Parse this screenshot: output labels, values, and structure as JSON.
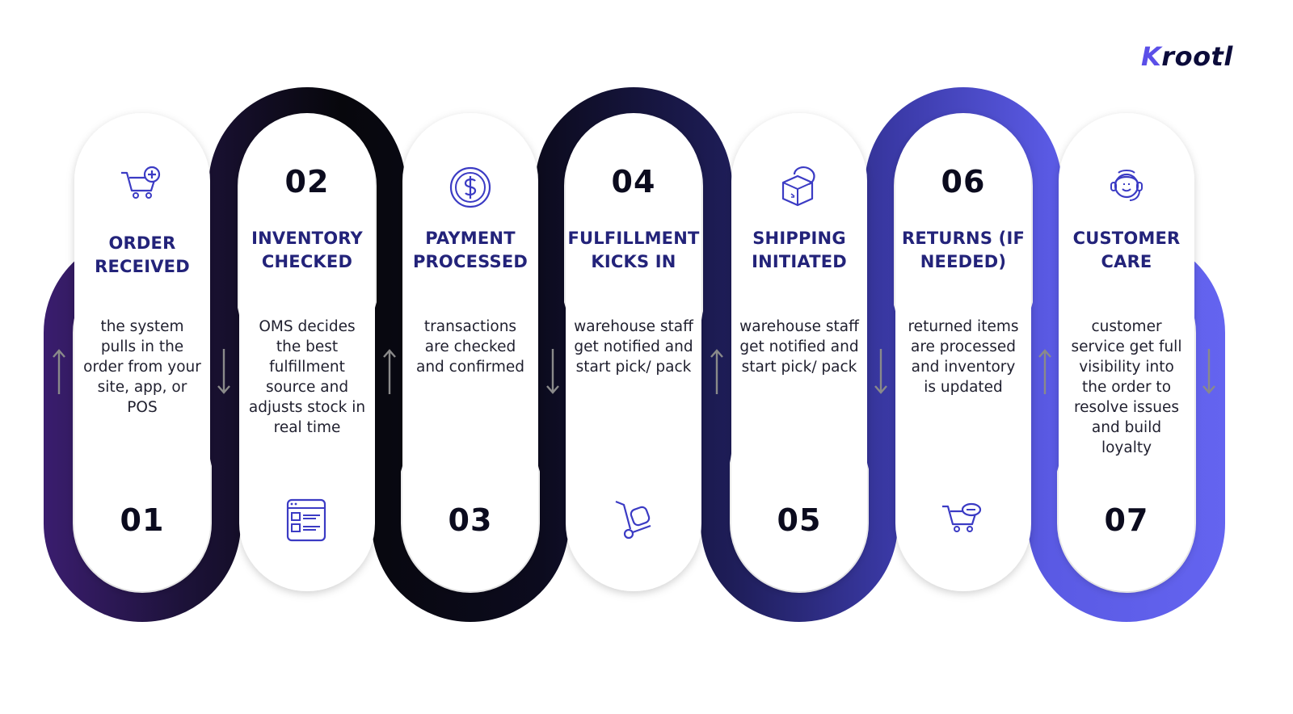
{
  "brand": {
    "logo_prefix": "K",
    "logo_text": "rootl"
  },
  "colors": {
    "dark": "#0a0a10",
    "navy": "#1e1d52",
    "violet": "#5d5ce8",
    "title": "#23237a",
    "arrow": "#8a8a8a"
  },
  "steps": [
    {
      "number": "01",
      "title": "ORDER RECEIVED",
      "title_lines": [
        "ORDER",
        "RECEIVED"
      ],
      "description": "the system pulls in the order from your site, app, or POS",
      "icon": "shopping-cart-plus-icon",
      "arrow": "up"
    },
    {
      "number": "02",
      "title": "INVENTORY CHECKED",
      "title_lines": [
        "INVENTORY",
        "CHECKED"
      ],
      "description": "OMS decides the best fulfillment source and adjusts stock in real time",
      "icon": "dashboard-window-icon",
      "arrow": "down"
    },
    {
      "number": "03",
      "title": "PAYMENT PROCESSED",
      "title_lines": [
        "PAYMENT",
        "PROCESSED"
      ],
      "description": "transactions are checked and confirmed",
      "icon": "dollar-coin-icon",
      "arrow": "up"
    },
    {
      "number": "04",
      "title": "FULFILLMENT KICKS IN",
      "title_lines": [
        "FULFILLMENT",
        "KICKS IN"
      ],
      "description": "warehouse staff get notified and start pick/ pack",
      "icon": "hand-truck-icon",
      "arrow": "down"
    },
    {
      "number": "05",
      "title": "SHIPPING INITIATED",
      "title_lines": [
        "SHIPPING",
        "INITIATED"
      ],
      "description": "warehouse staff get notified and start pick/ pack",
      "icon": "package-box-icon",
      "arrow": "up"
    },
    {
      "number": "06",
      "title": "RETURNS (IF NEEDED)",
      "title_lines": [
        "RETURNS (IF",
        "NEEDED)"
      ],
      "description": "returned items are processed and inventory is updated",
      "icon": "shopping-cart-return-icon",
      "arrow": "down"
    },
    {
      "number": "07",
      "title": "CUSTOMER CARE",
      "title_lines": [
        "CUSTOMER",
        "CARE"
      ],
      "description": "customer service get full visibility into the order to resolve issues and build loyalty",
      "icon": "headset-agent-icon",
      "arrow": "down"
    }
  ]
}
